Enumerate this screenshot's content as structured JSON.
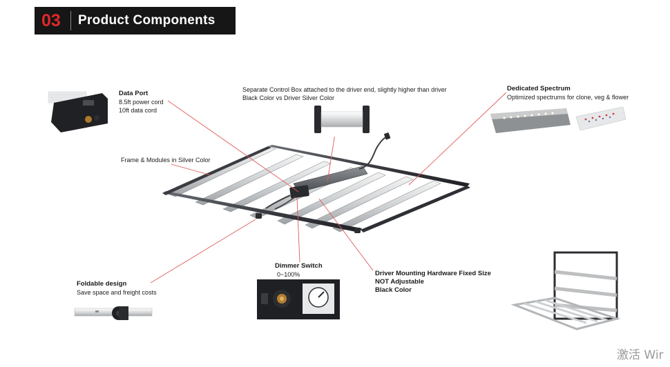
{
  "header": {
    "number": "03",
    "title": "Product Components"
  },
  "callouts": {
    "data_port": {
      "title": "Data Port",
      "line1": "8.5ft power cord",
      "line2": "10ft data cord"
    },
    "control_box": {
      "line1": "Separate Control Box attached to the driver end, slightly higher than driver",
      "line2": "Black Color vs Driver Silver Color"
    },
    "spectrum": {
      "title": "Dedicated Spectrum",
      "line1": "Optimized spectrums for clone, veg & flower"
    },
    "frame": {
      "line1": "Frame & Modules in Silver Color"
    },
    "foldable": {
      "title": "Foldable design",
      "line1": "Save space and freight costs"
    },
    "dimmer": {
      "title": "Dimmer Switch",
      "line1": "0~100%"
    },
    "mounting": {
      "line1": "Driver Mounting Hardware Fixed Size",
      "line2": "NOT Adjustable",
      "line3": "Black Color"
    }
  },
  "watermark": "激活 Wir",
  "colors": {
    "accent": "#e0282b",
    "header_bg": "#161616",
    "leader": "#e05a5a"
  }
}
